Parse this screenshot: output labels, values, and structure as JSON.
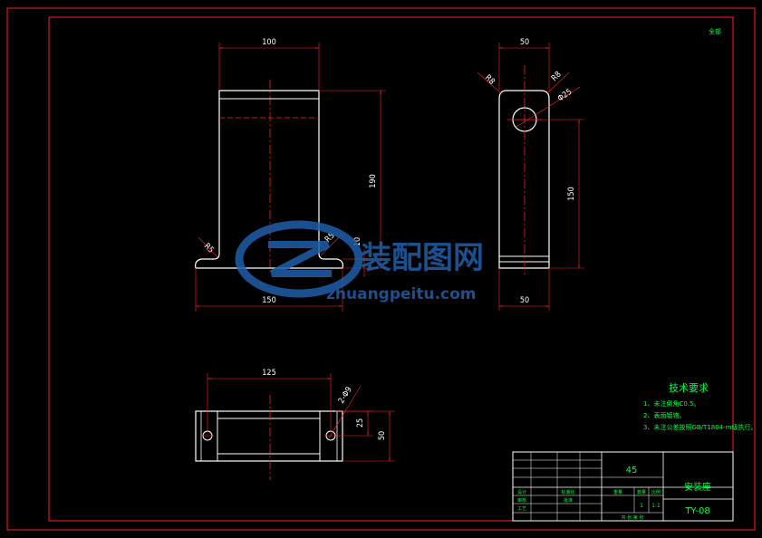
{
  "colors": {
    "background": "#000000",
    "frame": "#ff2020",
    "outline": "#ffffff",
    "centerline": "#ff2020",
    "hatch_text": "#00ff40",
    "dimension": "#ff2020",
    "watermark": "#1f5fa8"
  },
  "corner_tag": "全部",
  "front_view": {
    "dim_top": "100",
    "dim_height": "190",
    "dim_base_thickness": "10",
    "dim_bottom": "150",
    "radius_left": "R5",
    "radius_right": "R5"
  },
  "side_view": {
    "dim_top": "50",
    "radius_left": "R8",
    "radius_right": "R8",
    "hole_diameter": "Φ25",
    "dim_height": "150",
    "dim_bottom": "50"
  },
  "top_view": {
    "dim_length": "125",
    "hole_callout": "2-Φ9",
    "dim_hole_offset": "25",
    "dim_width": "50"
  },
  "watermark": {
    "cn": "装配图网",
    "url": "zhuangpeitu.com"
  },
  "tech_notes": {
    "title": "技术要求",
    "items": [
      "1、未注倒角C0.5。",
      "2、表面镀铬。",
      "3、未注公差按照GB/T1804-m级执行。"
    ]
  },
  "title_block": {
    "material": "45",
    "part_name": "安装座",
    "drawing_no": "TY-08",
    "scale_label": "比例",
    "qty_label": "数量",
    "weight_label": "重量",
    "qty": "1",
    "scale": "1:1",
    "row_labels": [
      "设计",
      "审核",
      "工艺",
      "标准化",
      "批准"
    ],
    "bottom_label": "共   张   第   张"
  }
}
